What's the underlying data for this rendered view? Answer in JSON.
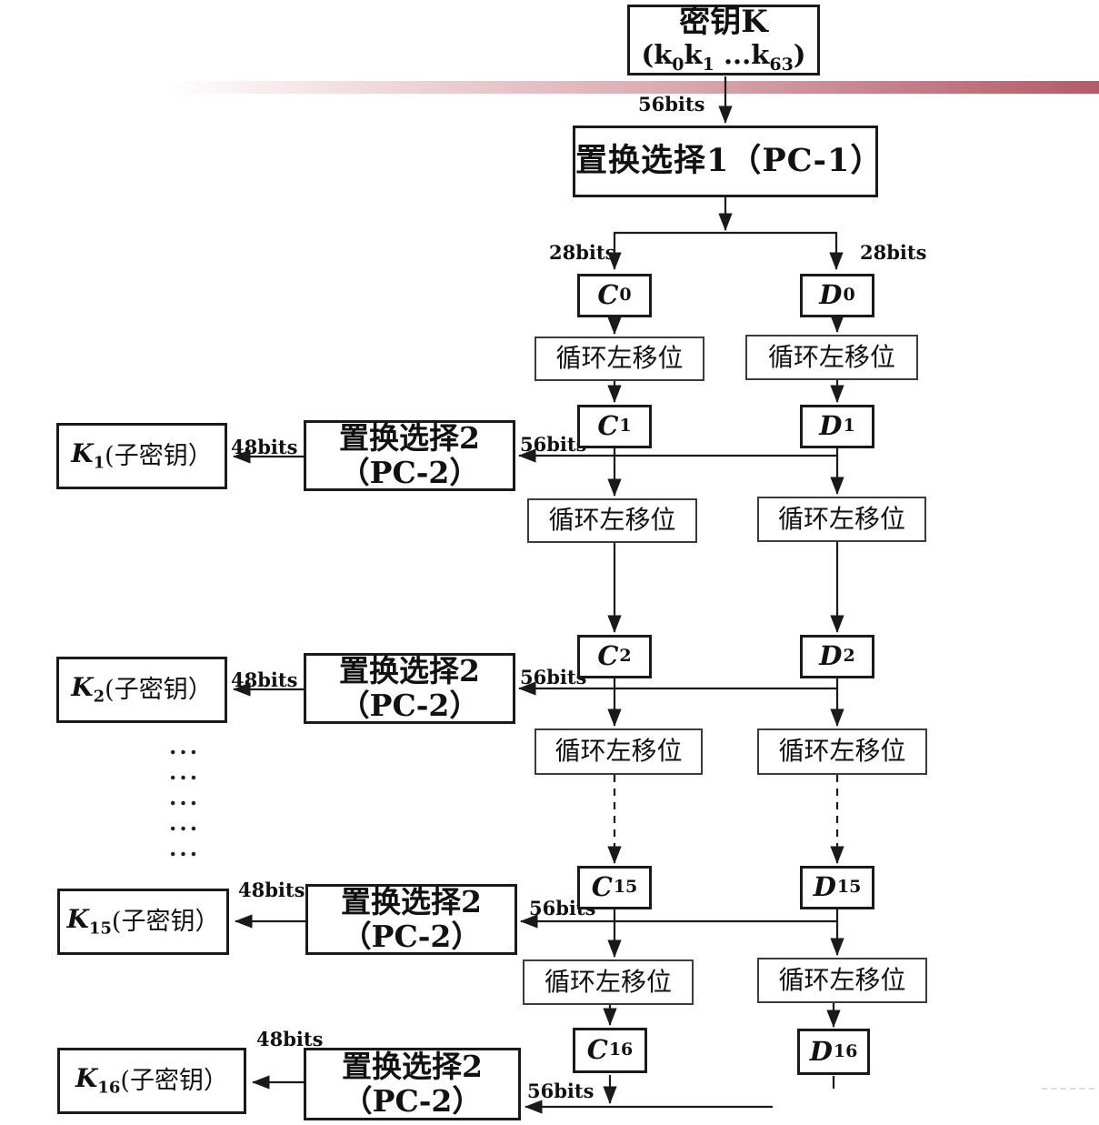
{
  "colors": {
    "flow_line": "#1a1a1a",
    "bar_mid": "#d9a9ae",
    "bar_end": "#b25c67"
  },
  "diagram": {
    "key_box": {
      "title": "密钥K",
      "expr": {
        "p1": "(k",
        "s1": "0",
        "p2": "k",
        "s2": "1",
        "p3": " ...k",
        "s3": "63",
        "p4": ")"
      }
    },
    "pc1_label": "置换选择1（PC-1）",
    "pc2": {
      "line1": "置换选择2",
      "line2": "（PC-2）"
    },
    "shift_label": "循环左移位",
    "bits": {
      "b56": "56bits",
      "b28": "28bits",
      "b48": "48bits"
    },
    "registers": {
      "c0": {
        "base": "C",
        "sub": "0"
      },
      "d0": {
        "base": "D",
        "sub": "0"
      },
      "c1": {
        "base": "C",
        "sub": "1"
      },
      "d1": {
        "base": "D",
        "sub": "1"
      },
      "c2": {
        "base": "C",
        "sub": "2"
      },
      "d2": {
        "base": "D",
        "sub": "2"
      },
      "c15": {
        "base": "C",
        "sub": "15"
      },
      "d15": {
        "base": "D",
        "sub": "15"
      },
      "c16": {
        "base": "C",
        "sub": "16"
      },
      "d16": {
        "base": "D",
        "sub": "16"
      }
    },
    "subkeys": {
      "k1": {
        "base": "K",
        "sub": "1",
        "suffix": "(子密钥）"
      },
      "k2": {
        "base": "K",
        "sub": "2",
        "suffix": "(子密钥）"
      },
      "k15": {
        "base": "K",
        "sub": "15",
        "suffix": "(子密钥）"
      },
      "k16": {
        "base": "K",
        "sub": "16",
        "suffix": "(子密钥）"
      }
    },
    "ellipsis": "..."
  }
}
